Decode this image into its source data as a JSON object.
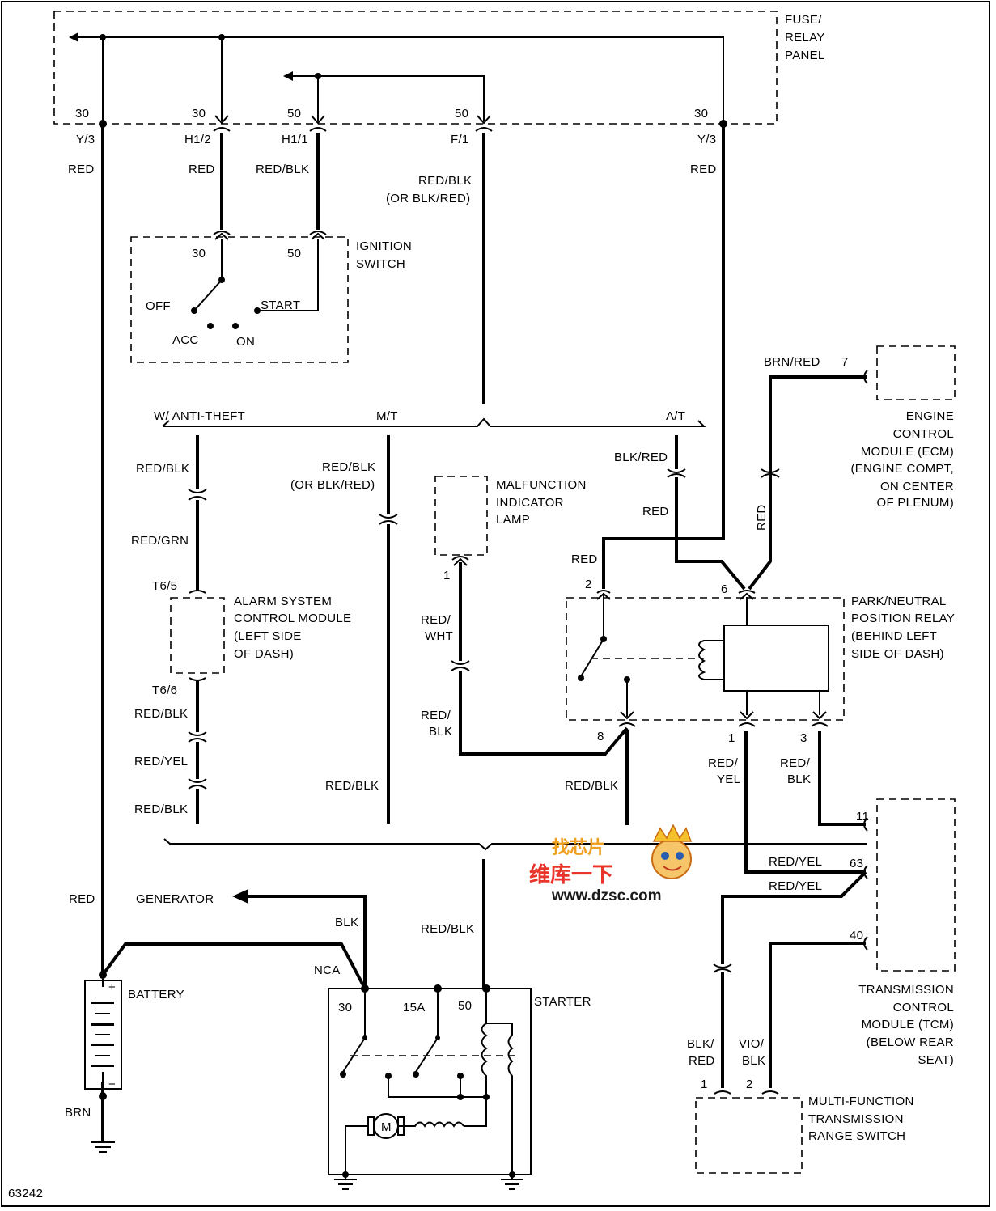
{
  "diagram": {
    "figure_number": "63242",
    "fuse_panel": {
      "line1": "FUSE/",
      "line2": "RELAY",
      "line3": "PANEL"
    },
    "terminals": {
      "t30a": "30",
      "t30b": "30",
      "t50a": "50",
      "t50b": "50",
      "t30c": "30",
      "y3a": "Y/3",
      "h12": "H1/2",
      "h11": "H1/1",
      "f1": "F/1",
      "y3b": "Y/3"
    },
    "wires": {
      "red1": "RED",
      "red2": "RED",
      "redblk1": "RED/BLK",
      "redblk2": "RED/BLK",
      "orblkred1": "(OR BLK/RED)",
      "red3": "RED",
      "brnred": "BRN/RED",
      "red_v": "RED",
      "blkred": "BLK/RED",
      "red4": "RED",
      "red5": "RED",
      "redblk3": "RED/BLK",
      "redgrn": "RED/GRN",
      "redblk4": "RED/BLK",
      "redyel1": "RED/YEL",
      "redblk5": "RED/BLK",
      "redblk6": "RED/BLK",
      "orblkred2": "(OR BLK/RED)",
      "redblk7": "RED/BLK",
      "redwht1": "RED/",
      "redwht2": "WHT",
      "redblk8a": "RED/",
      "redblk8b": "BLK",
      "redblk9": "RED/BLK",
      "redyel2a": "RED/",
      "redyel2b": "YEL",
      "redblk10a": "RED/",
      "redblk10b": "BLK",
      "redyel3": "RED/YEL",
      "redyel4": "RED/YEL",
      "red6": "RED",
      "blk": "BLK",
      "nca": "NCA",
      "redblk11": "RED/BLK",
      "brn": "BRN",
      "blkred2a": "BLK/",
      "blkred2b": "RED",
      "vioblk_a": "VIO/",
      "vioblk_b": "BLK"
    },
    "ignition": {
      "title1": "IGNITION",
      "title2": "SWITCH",
      "t30": "30",
      "t50": "50",
      "off": "OFF",
      "start": "START",
      "acc": "ACC",
      "on": "ON"
    },
    "branches": {
      "anti_theft": "W/ ANTI-THEFT",
      "mt": "M/T",
      "at": "A/T"
    },
    "ecm": {
      "pin": "7",
      "l1": "ENGINE",
      "l2": "CONTROL",
      "l3": "MODULE (ECM)",
      "l4": "(ENGINE COMPT,",
      "l5": "ON CENTER",
      "l6": "OF PLENUM)"
    },
    "mil": {
      "pin": "1",
      "l1": "MALFUNCTION",
      "l2": "INDICATOR",
      "l3": "LAMP"
    },
    "alarm": {
      "pin_top": "T6/5",
      "pin_bot": "T6/6",
      "l1": "ALARM SYSTEM",
      "l2": "CONTROL MODULE",
      "l3": "(LEFT SIDE",
      "l4": "OF DASH)"
    },
    "pn_relay": {
      "p2": "2",
      "p6": "6",
      "p8": "8",
      "p1": "1",
      "p3": "3",
      "l1": "PARK/NEUTRAL",
      "l2": "POSITION RELAY",
      "l3": "(BEHIND LEFT",
      "l4": "SIDE OF DASH)"
    },
    "tcm": {
      "p11": "11",
      "p63": "63",
      "p40": "40",
      "l1": "TRANSMISSION",
      "l2": "CONTROL",
      "l3": "MODULE (TCM)",
      "l4": "(BELOW REAR",
      "l5": "SEAT)"
    },
    "battery": {
      "label": "BATTERY",
      "plus": "+",
      "minus": "−"
    },
    "generator": {
      "label": "GENERATOR"
    },
    "starter": {
      "label": "STARTER",
      "t30": "30",
      "t15a": "15A",
      "t50": "50",
      "motor": "M"
    },
    "mfs": {
      "p1": "1",
      "p2": "2",
      "l1": "MULTI-FUNCTION",
      "l2": "TRANSMISSION",
      "l3": "RANGE SWITCH"
    },
    "watermark": {
      "brand_cn": "找芯片",
      "slogan_cn": "维库一下",
      "url": "www.dzsc.com"
    }
  }
}
